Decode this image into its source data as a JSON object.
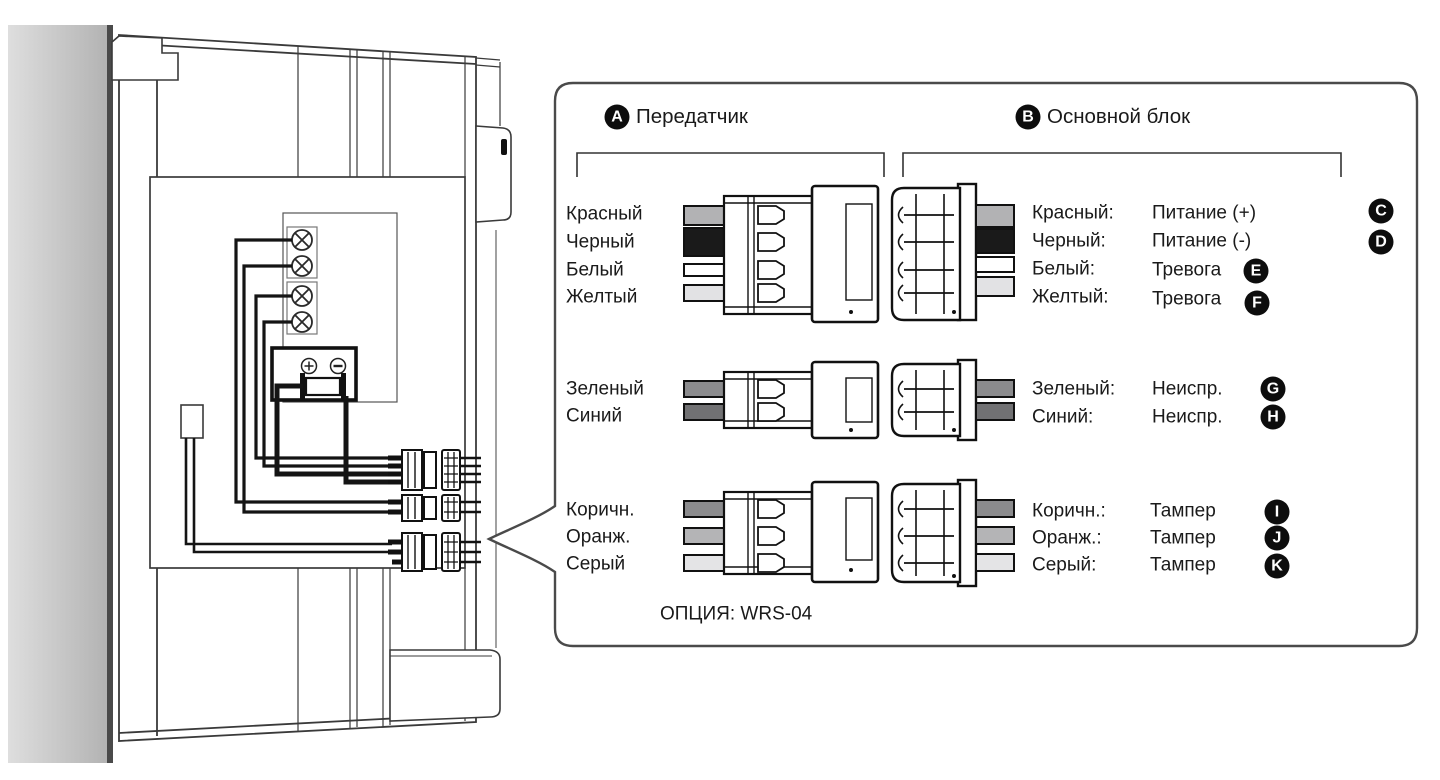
{
  "diagram": {
    "headers": {
      "transmitter": {
        "badge": "A",
        "label": "Передатчик"
      },
      "main_unit": {
        "badge": "B",
        "label": "Основной блок"
      }
    },
    "option_label": "ОПЦИЯ: WRS-04",
    "wire_colors": {
      "red": "#b2b2b4",
      "black": "#1a1a1a",
      "white": "#ffffff",
      "yellow": "#e2e2e4",
      "green": "#8b8b8d",
      "blue": "#717173",
      "brown": "#8b8b8d",
      "orange": "#b4b4b6",
      "gray": "#e4e4e6"
    },
    "panel_border_color": "#4a4a4a",
    "icons": {
      "battery_plus": "plus-in-circle",
      "battery_minus": "minus-in-circle",
      "terminal_screw": "x-in-circle"
    },
    "groups": [
      {
        "left_labels": [
          "Красный",
          "Черный",
          "Белый",
          "Желтый"
        ],
        "rows": [
          {
            "color": "Красный:",
            "function": "Питание (+)",
            "badge": "C"
          },
          {
            "color": "Черный:",
            "function": "Питание (-)",
            "badge": "D"
          },
          {
            "color": "Белый:",
            "function": "Тревога",
            "badge": "E"
          },
          {
            "color": "Желтый:",
            "function": "Тревога",
            "badge": "F"
          }
        ]
      },
      {
        "left_labels": [
          "Зеленый",
          "Синий"
        ],
        "rows": [
          {
            "color": "Зеленый:",
            "function": "Неиспр.",
            "badge": "G"
          },
          {
            "color": "Синий:",
            "function": "Неиспр.",
            "badge": "H"
          }
        ]
      },
      {
        "left_labels": [
          "Коричн.",
          "Оранж.",
          "Серый"
        ],
        "rows": [
          {
            "color": "Коричн.:",
            "function": "Тампер",
            "badge": "I"
          },
          {
            "color": "Оранж.:",
            "function": "Тампер",
            "badge": "J"
          },
          {
            "color": "Серый:",
            "function": "Тампер",
            "badge": "K"
          }
        ]
      }
    ]
  }
}
